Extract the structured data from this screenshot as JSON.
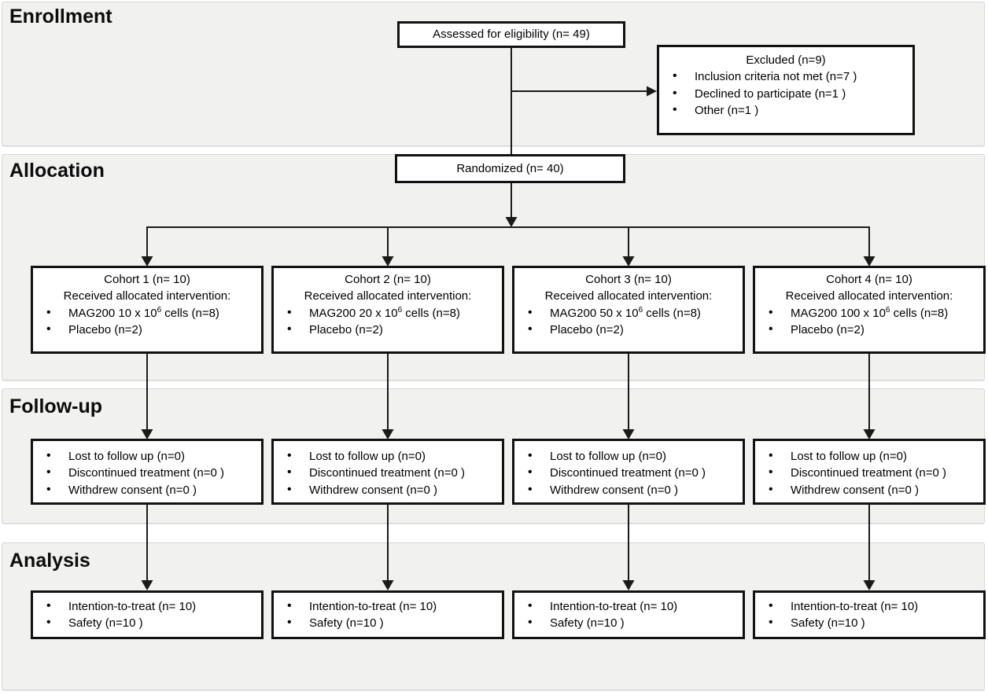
{
  "colors": {
    "band_bg": "#f1f1f0",
    "band_border": "#d7d7d5",
    "box_border": "#111111",
    "box_bg": "#ffffff",
    "connector": "#1a1a1a",
    "text": "#000000"
  },
  "section_labels": {
    "enrollment": "Enrollment",
    "allocation": "Allocation",
    "followup": "Follow-up",
    "analysis": "Analysis"
  },
  "boxes": {
    "assessed": {
      "text": "Assessed for eligibility (n= 49)"
    },
    "excluded": {
      "title": "Excluded (n=9)",
      "bullets": [
        "Inclusion criteria not met (n=7 )",
        "Declined to participate (n=1 )",
        "Other (n=1 )"
      ]
    },
    "randomized": {
      "text": "Randomized (n= 40)"
    }
  },
  "cohorts": [
    {
      "title": "Cohort 1 (n= 10)",
      "subtitle": "Received allocated intervention:",
      "mag_pre": "MAG200 10 x 10",
      "mag_sup": "6",
      "mag_post": " cells (n=8)",
      "placebo": "Placebo (n=2)"
    },
    {
      "title": "Cohort 2 (n= 10)",
      "subtitle": "Received allocated intervention:",
      "mag_pre": "MAG200 20 x 10",
      "mag_sup": "6",
      "mag_post": " cells (n=8)",
      "placebo": "Placebo (n=2)"
    },
    {
      "title": "Cohort 3 (n= 10)",
      "subtitle": "Received allocated intervention:",
      "mag_pre": "MAG200 50 x 10",
      "mag_sup": "6",
      "mag_post": " cells (n=8)",
      "placebo": "Placebo (n=2)"
    },
    {
      "title": "Cohort 4 (n= 10)",
      "subtitle": "Received allocated intervention:",
      "mag_pre": "MAG200 100 x 10",
      "mag_sup": "6",
      "mag_post": " cells (n=8)",
      "placebo": "Placebo (n=2)"
    }
  ],
  "followup_boxes": [
    {
      "bullets": [
        "Lost to follow up (n=0)",
        "Discontinued treatment (n=0 )",
        "Withdrew consent (n=0 )"
      ]
    },
    {
      "bullets": [
        "Lost to follow up (n=0)",
        "Discontinued treatment (n=0 )",
        "Withdrew consent (n=0 )"
      ]
    },
    {
      "bullets": [
        "Lost to follow up (n=0)",
        "Discontinued treatment (n=0 )",
        "Withdrew consent (n=0 )"
      ]
    },
    {
      "bullets": [
        "Lost to follow up (n=0)",
        "Discontinued treatment (n=0 )",
        "Withdrew consent (n=0 )"
      ]
    }
  ],
  "analysis_boxes": [
    {
      "bullets": [
        "Intention-to-treat (n= 10)",
        "Safety (n=10 )"
      ]
    },
    {
      "bullets": [
        "Intention-to-treat (n= 10)",
        "Safety (n=10 )"
      ]
    },
    {
      "bullets": [
        "Intention-to-treat (n= 10)",
        "Safety (n=10 )"
      ]
    },
    {
      "bullets": [
        "Intention-to-treat (n= 10)",
        "Safety (n=10 )"
      ]
    }
  ]
}
